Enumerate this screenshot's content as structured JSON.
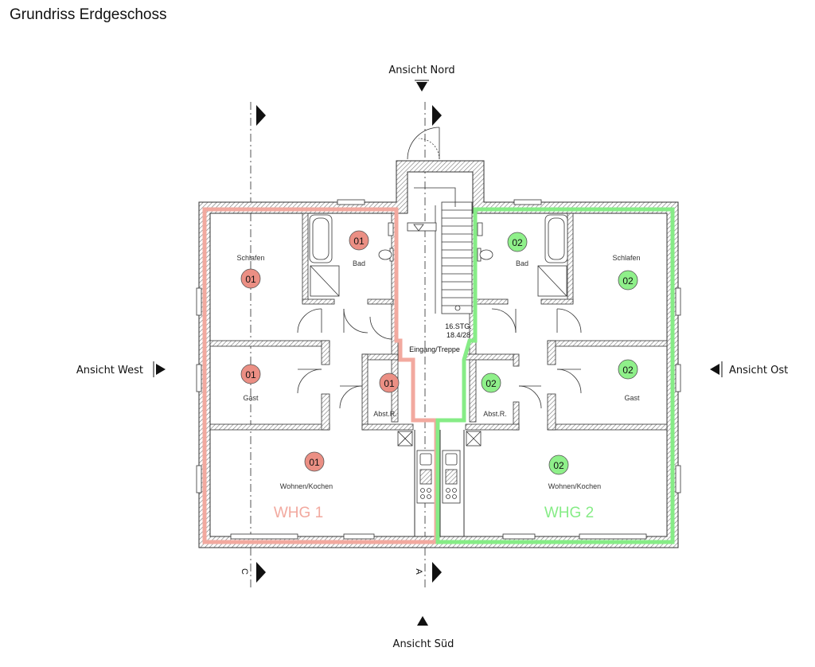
{
  "title": "Grundriss Erdgeschoss",
  "elevations": {
    "north": "Ansicht Nord",
    "south": "Ansicht Süd",
    "west": "Ansicht West",
    "east": "Ansicht Ost"
  },
  "section_marks": {
    "c": "C",
    "a": "A"
  },
  "stair": {
    "steps": "16.STG.",
    "ratio": "18.4/28",
    "label": "Eingang/Treppe"
  },
  "units": [
    {
      "name": "WHG 1",
      "color": "#f2a99f",
      "badge_color": "#eb8f84",
      "rooms": [
        {
          "label": "Schlafen",
          "number": "01"
        },
        {
          "label": "Bad",
          "number": "01"
        },
        {
          "label": "Gast",
          "number": "01"
        },
        {
          "label": "Abst.R.",
          "number": "01"
        },
        {
          "label": "Wohnen/Kochen",
          "number": "01"
        }
      ]
    },
    {
      "name": "WHG 2",
      "color": "#86ec86",
      "badge_color": "#8ff08a",
      "rooms": [
        {
          "label": "Schlafen",
          "number": "02"
        },
        {
          "label": "Bad",
          "number": "02"
        },
        {
          "label": "Gast",
          "number": "02"
        },
        {
          "label": "Abst.R.",
          "number": "02"
        },
        {
          "label": "Wohnen/Kochen",
          "number": "02"
        }
      ]
    }
  ]
}
